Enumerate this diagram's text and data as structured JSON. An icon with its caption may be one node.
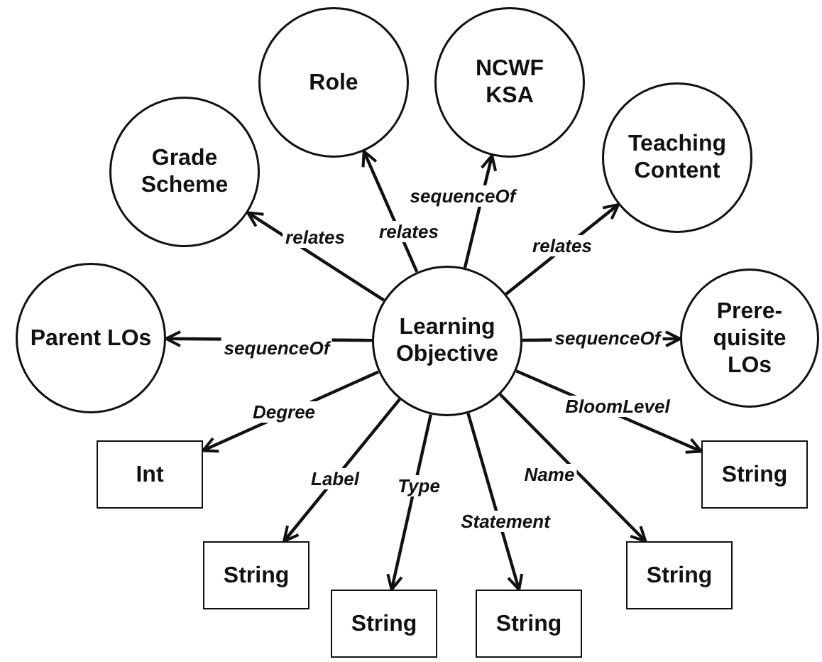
{
  "diagram": {
    "nodes": [
      {
        "text": [
          "Role"
        ]
      },
      {
        "text": [
          "NCWF KSA"
        ]
      },
      {
        "text": [
          "Grade Scheme"
        ]
      },
      {
        "text": [
          "Teaching Content"
        ]
      },
      {
        "text": [
          "Parent LOs"
        ]
      },
      {
        "text": [
          "Learning Objective"
        ]
      },
      {
        "text": [
          "Prere- quisite LOs"
        ]
      },
      {
        "text": [
          "Int"
        ]
      },
      {
        "text": [
          "String"
        ]
      },
      {
        "text": [
          "String"
        ]
      },
      {
        "text": [
          "String"
        ]
      },
      {
        "text": [
          "String"
        ]
      },
      {
        "text": [
          "String"
        ]
      }
    ],
    "edges": [
      {
        "from": 5,
        "to": 2,
        "arrow": "to",
        "label": "relates"
      },
      {
        "from": 5,
        "to": 0,
        "arrow": "to",
        "label": "relates"
      },
      {
        "from": 5,
        "to": 1,
        "arrow": "to",
        "label": "sequenceOf"
      },
      {
        "from": 5,
        "to": 3,
        "arrow": "to",
        "label": "relates"
      },
      {
        "from": 5,
        "to": 4,
        "arrow": "to",
        "label": "sequenceOf"
      },
      {
        "from": 5,
        "to": 6,
        "arrow": "to",
        "label": "sequenceOf"
      },
      {
        "from": 5,
        "to": 7,
        "arrow": "to",
        "label": "Degree"
      },
      {
        "from": 5,
        "to": 8,
        "arrow": "to",
        "label": "BloomLevel"
      },
      {
        "from": 5,
        "to": 9,
        "arrow": "to",
        "label": "Label"
      },
      {
        "from": 5,
        "to": 11,
        "arrow": "to",
        "label": "Type"
      },
      {
        "from": 5,
        "to": 12,
        "arrow": "to",
        "label": "Statement"
      },
      {
        "from": 5,
        "to": 10,
        "arrow": "to",
        "label": "Name"
      }
    ]
  }
}
